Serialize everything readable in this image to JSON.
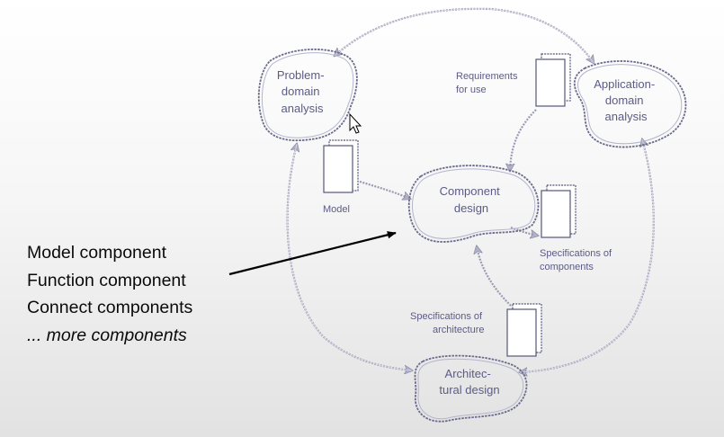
{
  "diagram": {
    "nodes": {
      "problem_domain": [
        "Problem-",
        "domain",
        "analysis"
      ],
      "application_domain": [
        "Application-",
        "domain",
        "analysis"
      ],
      "component_design": [
        "Component",
        "design"
      ],
      "architectural_design": [
        "Architec-",
        "tural design"
      ]
    },
    "documents": {
      "requirements": [
        "Requirements",
        "for use"
      ],
      "model": [
        "Model"
      ],
      "spec_components": [
        "Specifications of",
        "components"
      ],
      "spec_architecture": [
        "Specifications of",
        "architecture"
      ]
    },
    "colors": {
      "node_text": "#5b5b88",
      "outline": "#6a6a8c",
      "flow": "#9a9ab4"
    }
  },
  "list": {
    "items": [
      "Model component",
      "Function component",
      "Connect components",
      "... more components"
    ]
  },
  "icons": [
    "mouse-cursor-icon",
    "document-icon",
    "arrow-icon"
  ]
}
